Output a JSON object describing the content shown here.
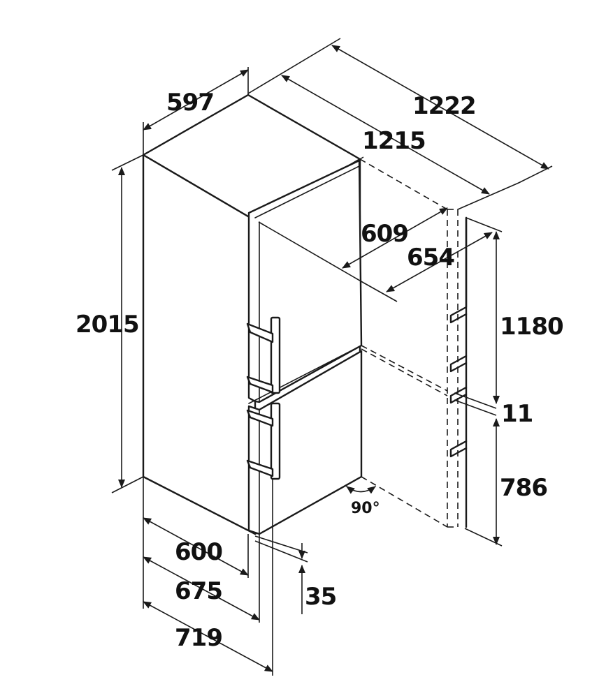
{
  "dimensions": {
    "width_top": "597",
    "total_depth_open": "1222",
    "depth_open": "1215",
    "depth_body": "609",
    "depth_with_handle": "654",
    "height": "2015",
    "upper_door_height": "1180",
    "door_gap": "11",
    "lower_door_height": "786",
    "width_body": "600",
    "width_with_door_open": "675",
    "width_with_handle": "719",
    "foot_height": "35",
    "opening_angle": "90°"
  }
}
